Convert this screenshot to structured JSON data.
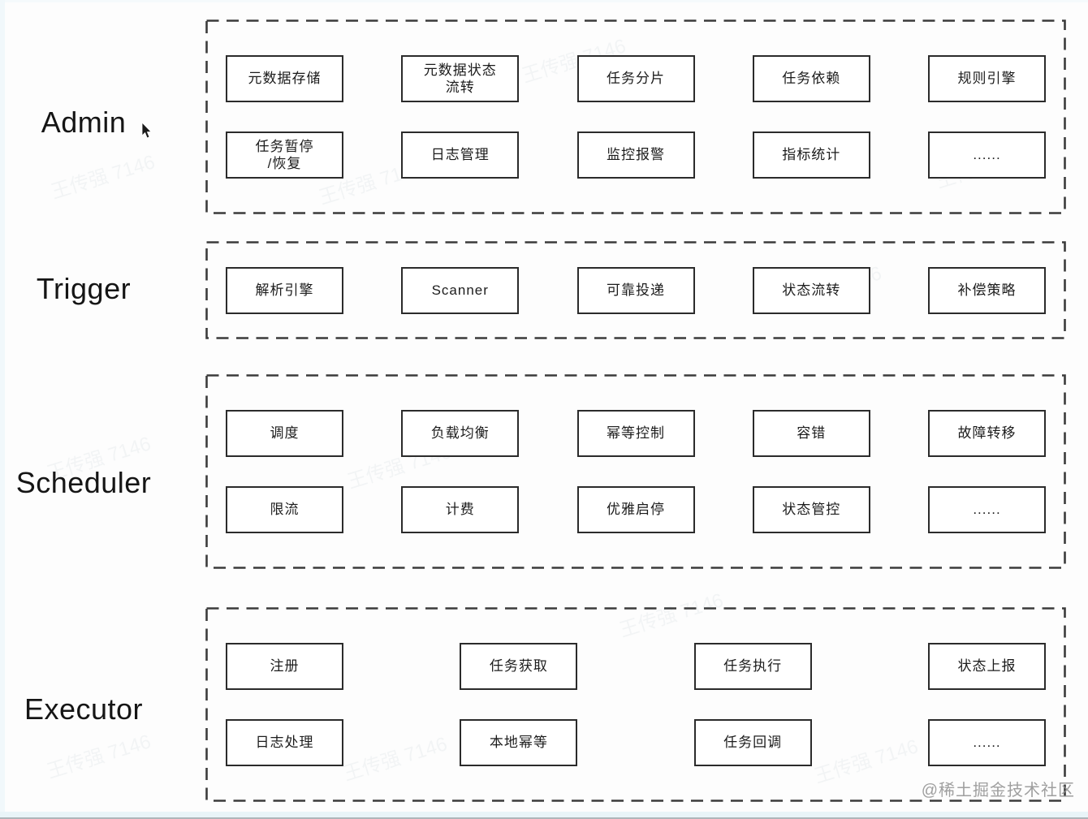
{
  "page": {
    "credit_watermark": "@稀土掘金技术社区",
    "faint_watermark": "王传强 7146"
  },
  "sections": [
    {
      "id": "admin",
      "label": "Admin",
      "rows": [
        [
          "元数据存储",
          "元数据状态\n流转",
          "任务分片",
          "任务依赖",
          "规则引擎"
        ],
        [
          "任务暂停\n/恢复",
          "日志管理",
          "监控报警",
          "指标统计",
          "......"
        ]
      ]
    },
    {
      "id": "trigger",
      "label": "Trigger",
      "rows": [
        [
          "解析引擎",
          "Scanner",
          "可靠投递",
          "状态流转",
          "补偿策略"
        ]
      ]
    },
    {
      "id": "scheduler",
      "label": "Scheduler",
      "rows": [
        [
          "调度",
          "负载均衡",
          "幂等控制",
          "容错",
          "故障转移"
        ],
        [
          "限流",
          "计费",
          "优雅启停",
          "状态管控",
          "......"
        ]
      ]
    },
    {
      "id": "executor",
      "label": "Executor",
      "rows": [
        [
          "注册",
          "任务获取",
          "任务执行",
          "状态上报"
        ],
        [
          "日志处理",
          "本地幂等",
          "任务回调",
          "......"
        ]
      ]
    }
  ]
}
